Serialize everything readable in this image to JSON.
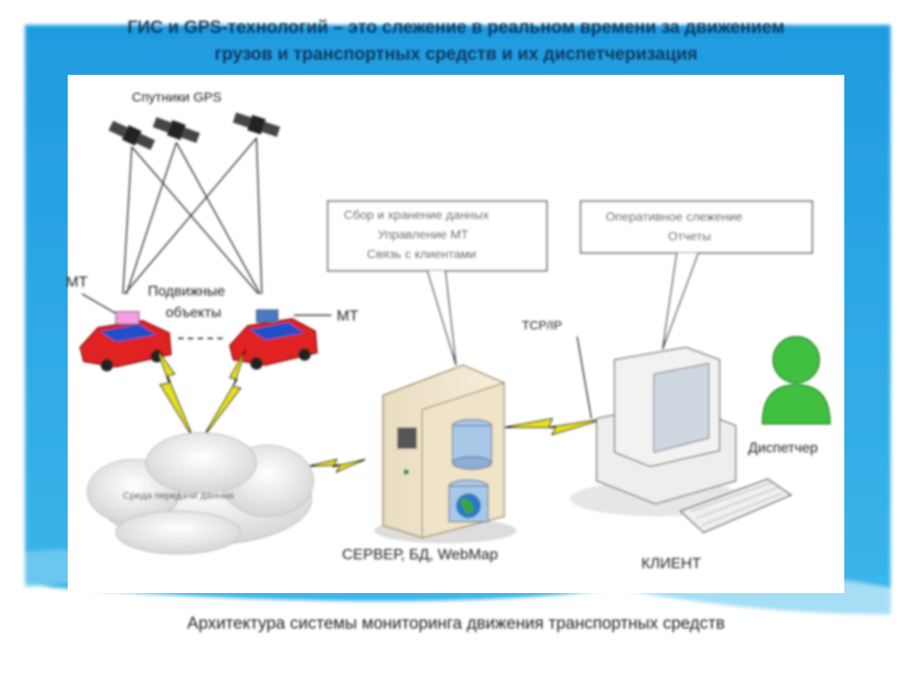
{
  "slide": {
    "title_line1": "ГИС и GPS-технологий – это слежение в реальном времени за движением",
    "title_line2": "грузов и транспортных средств и их диспетчеризация",
    "caption": "Архитектура системы мониторинга движения транспортных средств"
  },
  "diagram": {
    "satellites_label": "Спутники GPS",
    "mt_left": "МТ",
    "mt_right": "МТ",
    "mobile_objects_line1": "Подвижные",
    "mobile_objects_line2": "объекты",
    "network_label": "Среда передачи данных",
    "server_box_line1": "Сбор и хранение данных",
    "server_box_line2": "Управление МТ",
    "server_box_line3": "Связь с клиентами",
    "client_box_line1": "Оперативное слежение",
    "client_box_line2": "Отчеты",
    "protocol_label": "TCP/IP",
    "server_label": "СЕРВЕР, БД, WebMap",
    "client_label": "КЛИЕНТ",
    "dispatcher_label": "Диспетчер"
  },
  "colors": {
    "frame_blue": "#1a9ae0",
    "frame_light": "#5cc6ee",
    "car_red": "#e02020",
    "person_green": "#3fbf3f",
    "lightning_yellow": "#e6e020"
  }
}
